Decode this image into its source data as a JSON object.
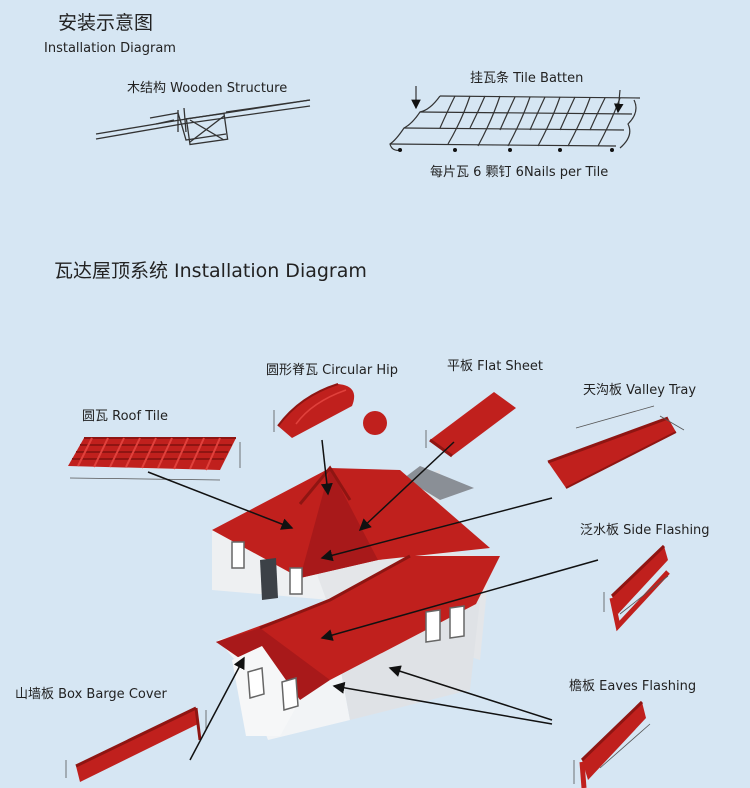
{
  "header": {
    "title_cn": "安装示意图",
    "title_en": "Installation Diagram"
  },
  "top_diagrams": {
    "wooden_structure_label": "木结构 Wooden Structure",
    "tile_batten_label": "挂瓦条 Tile Batten",
    "nails_label": "每片瓦 6 颗钉  6Nails per Tile"
  },
  "system_title": "瓦达屋顶系统 Installation Diagram",
  "components": {
    "roof_tile": "圆瓦 Roof Tile",
    "circular_hip": "圆形脊瓦 Circular Hip",
    "flat_sheet": "平板 Flat Sheet",
    "valley_tray": "天沟板 Valley Tray",
    "side_flashing": "泛水板 Side Flashing",
    "box_barge_cover": "山墙板 Box Barge Cover",
    "eaves_flashing": "檐板 Eaves Flashing"
  },
  "colors": {
    "background": "#d6e6f3",
    "roof_red": "#c0201d",
    "roof_dark": "#8f1512",
    "wall": "#f2f4f6"
  }
}
